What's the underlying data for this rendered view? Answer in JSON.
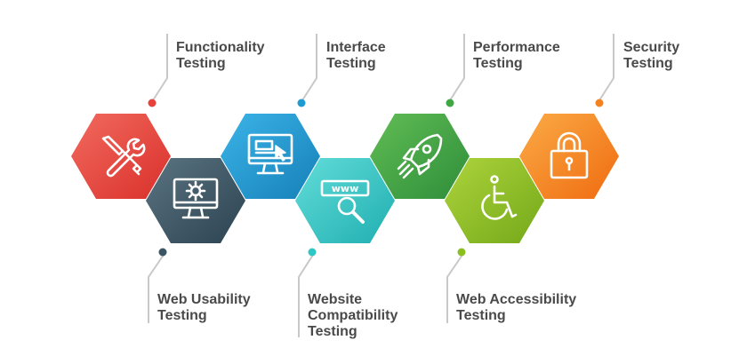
{
  "items": [
    {
      "id": "functionality",
      "label_lines": [
        "Functionality",
        "Testing"
      ],
      "color": "#e8413c",
      "icon": "tools-icon"
    },
    {
      "id": "web-usability",
      "label_lines": [
        "Web Usability",
        "Testing"
      ],
      "color": "#3a5564",
      "icon": "monitor-gear-icon"
    },
    {
      "id": "interface",
      "label_lines": [
        "Interface",
        "Testing"
      ],
      "color": "#1e9bd1",
      "icon": "monitor-cursor-icon"
    },
    {
      "id": "website-compatibility",
      "label_lines": [
        "Website",
        "Compatibility",
        "Testing"
      ],
      "color": "#2fc7c6",
      "icon": "www-search-icon"
    },
    {
      "id": "performance",
      "label_lines": [
        "Performance",
        "Testing"
      ],
      "color": "#3fa844",
      "icon": "rocket-icon"
    },
    {
      "id": "web-accessibility",
      "label_lines": [
        "Web Accessibility",
        "Testing"
      ],
      "color": "#8bbf1f",
      "icon": "wheelchair-icon"
    },
    {
      "id": "security",
      "label_lines": [
        "Security",
        "Testing"
      ],
      "color": "#f58220",
      "icon": "padlock-icon"
    }
  ],
  "connector_color": "#c8c8c8"
}
